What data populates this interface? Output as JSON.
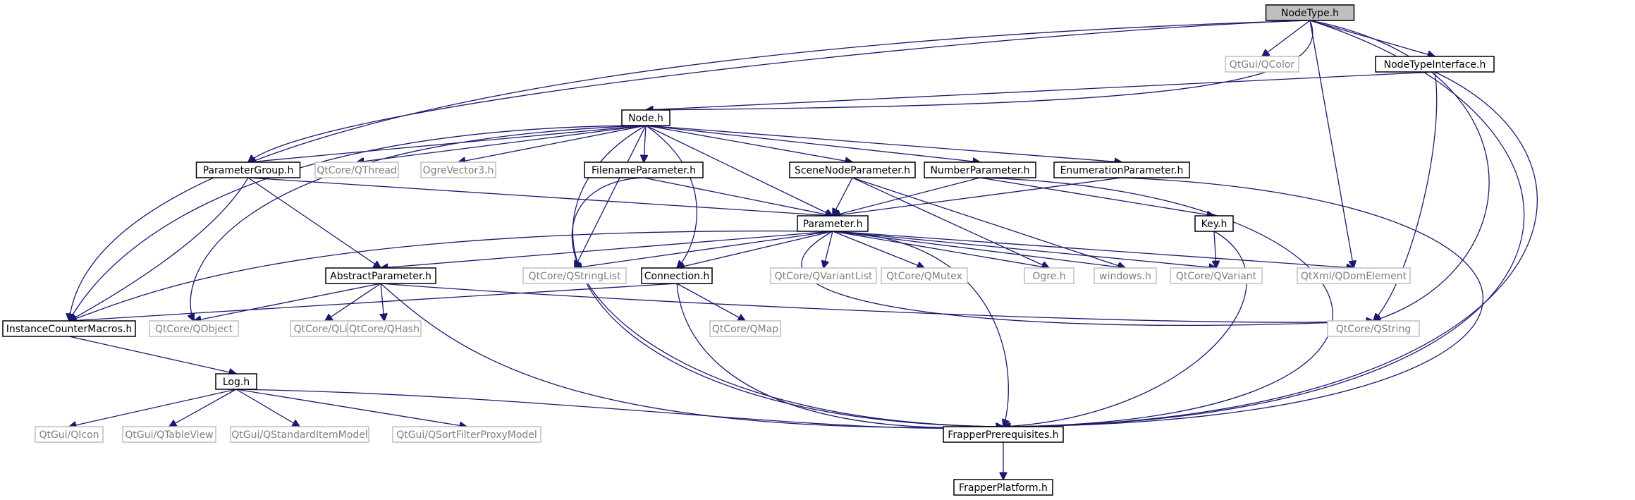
{
  "diagram": {
    "nodes": [
      {
        "id": "NodeType",
        "label": "NodeType.h",
        "kind": "focus"
      },
      {
        "id": "QColor",
        "label": "QtGui/QColor",
        "kind": "external"
      },
      {
        "id": "NodeTypeInterface",
        "label": "NodeTypeInterface.h",
        "kind": "file"
      },
      {
        "id": "Node",
        "label": "Node.h",
        "kind": "file"
      },
      {
        "id": "ParameterGroup",
        "label": "ParameterGroup.h",
        "kind": "file"
      },
      {
        "id": "QThread",
        "label": "QtCore/QThread",
        "kind": "external"
      },
      {
        "id": "OgreVector3",
        "label": "OgreVector3.h",
        "kind": "external"
      },
      {
        "id": "FilenameParameter",
        "label": "FilenameParameter.h",
        "kind": "file"
      },
      {
        "id": "SceneNodeParameter",
        "label": "SceneNodeParameter.h",
        "kind": "file"
      },
      {
        "id": "NumberParameter",
        "label": "NumberParameter.h",
        "kind": "file"
      },
      {
        "id": "EnumerationParameter",
        "label": "EnumerationParameter.h",
        "kind": "file"
      },
      {
        "id": "Parameter",
        "label": "Parameter.h",
        "kind": "file"
      },
      {
        "id": "Key",
        "label": "Key.h",
        "kind": "file"
      },
      {
        "id": "AbstractParameter",
        "label": "AbstractParameter.h",
        "kind": "file"
      },
      {
        "id": "QStringList",
        "label": "QtCore/QStringList",
        "kind": "external"
      },
      {
        "id": "Connection",
        "label": "Connection.h",
        "kind": "file"
      },
      {
        "id": "QVariantList",
        "label": "QtCore/QVariantList",
        "kind": "external"
      },
      {
        "id": "QMutex",
        "label": "QtCore/QMutex",
        "kind": "external"
      },
      {
        "id": "Ogre",
        "label": "Ogre.h",
        "kind": "external"
      },
      {
        "id": "windows",
        "label": "windows.h",
        "kind": "external"
      },
      {
        "id": "QVariant",
        "label": "QtCore/QVariant",
        "kind": "external"
      },
      {
        "id": "QDomElement",
        "label": "QtXml/QDomElement",
        "kind": "external"
      },
      {
        "id": "InstanceCounterMacros",
        "label": "InstanceCounterMacros.h",
        "kind": "file"
      },
      {
        "id": "QObject",
        "label": "QtCore/QObject",
        "kind": "external"
      },
      {
        "id": "QList",
        "label": "QtCore/QList",
        "kind": "external"
      },
      {
        "id": "QHash",
        "label": "QtCore/QHash",
        "kind": "external"
      },
      {
        "id": "QMap",
        "label": "QtCore/QMap",
        "kind": "external"
      },
      {
        "id": "QString",
        "label": "QtCore/QString",
        "kind": "external"
      },
      {
        "id": "Log",
        "label": "Log.h",
        "kind": "file"
      },
      {
        "id": "QIcon",
        "label": "QtGui/QIcon",
        "kind": "external"
      },
      {
        "id": "QTableView",
        "label": "QtGui/QTableView",
        "kind": "external"
      },
      {
        "id": "QStandardItemModel",
        "label": "QtGui/QStandardItemModel",
        "kind": "external"
      },
      {
        "id": "QSortFilterProxyModel",
        "label": "QtGui/QSortFilterProxyModel",
        "kind": "external"
      },
      {
        "id": "FrapperPrerequisites",
        "label": "FrapperPrerequisites.h",
        "kind": "file"
      },
      {
        "id": "FrapperPlatform",
        "label": "FrapperPlatform.h",
        "kind": "file"
      }
    ],
    "edges": [
      [
        "NodeType",
        "QColor"
      ],
      [
        "NodeType",
        "NodeTypeInterface"
      ],
      [
        "NodeType",
        "Node"
      ],
      [
        "NodeType",
        "ParameterGroup"
      ],
      [
        "NodeType",
        "InstanceCounterMacros"
      ],
      [
        "NodeType",
        "QDomElement"
      ],
      [
        "NodeType",
        "QString"
      ],
      [
        "NodeType",
        "FrapperPrerequisites"
      ],
      [
        "NodeTypeInterface",
        "Node"
      ],
      [
        "NodeTypeInterface",
        "QString"
      ],
      [
        "NodeTypeInterface",
        "FrapperPrerequisites"
      ],
      [
        "Node",
        "ParameterGroup"
      ],
      [
        "Node",
        "QThread"
      ],
      [
        "Node",
        "OgreVector3"
      ],
      [
        "Node",
        "FilenameParameter"
      ],
      [
        "Node",
        "SceneNodeParameter"
      ],
      [
        "Node",
        "NumberParameter"
      ],
      [
        "Node",
        "EnumerationParameter"
      ],
      [
        "Node",
        "Parameter"
      ],
      [
        "Node",
        "QStringList"
      ],
      [
        "Node",
        "Connection"
      ],
      [
        "Node",
        "QObject"
      ],
      [
        "Node",
        "InstanceCounterMacros"
      ],
      [
        "Node",
        "FrapperPrerequisites"
      ],
      [
        "ParameterGroup",
        "Parameter"
      ],
      [
        "ParameterGroup",
        "AbstractParameter"
      ],
      [
        "ParameterGroup",
        "InstanceCounterMacros"
      ],
      [
        "FilenameParameter",
        "Parameter"
      ],
      [
        "FilenameParameter",
        "FrapperPrerequisites"
      ],
      [
        "SceneNodeParameter",
        "Parameter"
      ],
      [
        "SceneNodeParameter",
        "Ogre"
      ],
      [
        "SceneNodeParameter",
        "windows"
      ],
      [
        "NumberParameter",
        "Parameter"
      ],
      [
        "NumberParameter",
        "Key"
      ],
      [
        "NumberParameter",
        "FrapperPrerequisites"
      ],
      [
        "EnumerationParameter",
        "Parameter"
      ],
      [
        "EnumerationParameter",
        "FrapperPrerequisites"
      ],
      [
        "Parameter",
        "AbstractParameter"
      ],
      [
        "Parameter",
        "QStringList"
      ],
      [
        "Parameter",
        "Connection"
      ],
      [
        "Parameter",
        "QVariantList"
      ],
      [
        "Parameter",
        "QMutex"
      ],
      [
        "Parameter",
        "Ogre"
      ],
      [
        "Parameter",
        "windows"
      ],
      [
        "Parameter",
        "QVariant"
      ],
      [
        "Parameter",
        "QDomElement"
      ],
      [
        "Parameter",
        "QString"
      ],
      [
        "Parameter",
        "InstanceCounterMacros"
      ],
      [
        "Parameter",
        "FrapperPrerequisites"
      ],
      [
        "Key",
        "QVariant"
      ],
      [
        "Key",
        "FrapperPrerequisites"
      ],
      [
        "AbstractParameter",
        "QObject"
      ],
      [
        "AbstractParameter",
        "QList"
      ],
      [
        "AbstractParameter",
        "QHash"
      ],
      [
        "AbstractParameter",
        "QString"
      ],
      [
        "AbstractParameter",
        "FrapperPrerequisites"
      ],
      [
        "Connection",
        "QMap"
      ],
      [
        "Connection",
        "InstanceCounterMacros"
      ],
      [
        "Connection",
        "FrapperPrerequisites"
      ],
      [
        "InstanceCounterMacros",
        "Log"
      ],
      [
        "Log",
        "QIcon"
      ],
      [
        "Log",
        "QTableView"
      ],
      [
        "Log",
        "QStandardItemModel"
      ],
      [
        "Log",
        "QSortFilterProxyModel"
      ],
      [
        "Log",
        "FrapperPrerequisites"
      ],
      [
        "FrapperPrerequisites",
        "FrapperPlatform"
      ]
    ]
  }
}
